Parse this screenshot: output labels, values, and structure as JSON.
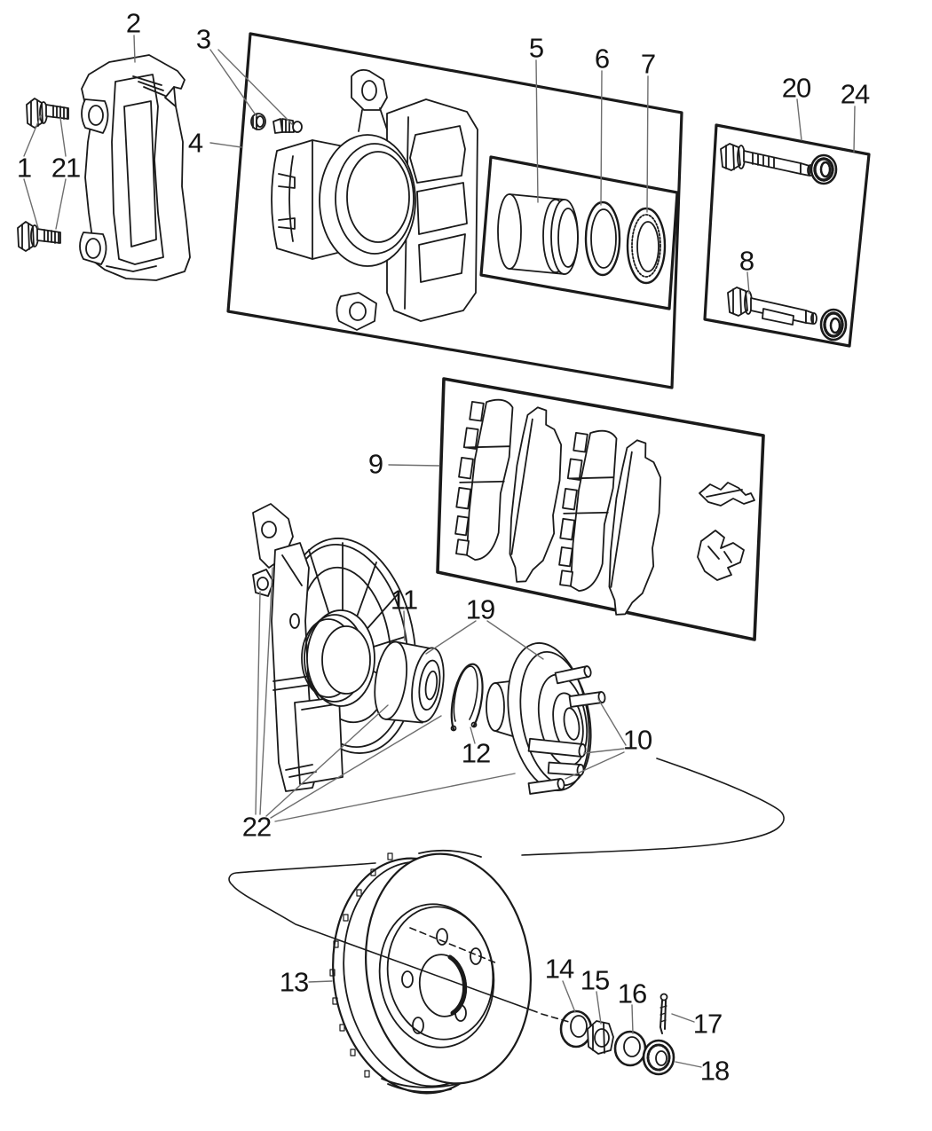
{
  "figure": {
    "colors": {
      "background": "#ffffff",
      "part_line": "#1a1a1a",
      "box_line": "#111111",
      "leader_line": "#6e6e6e",
      "label_text": "#141414"
    }
  },
  "callouts": {
    "c1": "1",
    "c2": "2",
    "c3": "3",
    "c4": "4",
    "c5": "5",
    "c6": "6",
    "c7": "7",
    "c8": "8",
    "c9": "9",
    "c10": "10",
    "c11": "11",
    "c12": "12",
    "c13": "13",
    "c14": "14",
    "c15": "15",
    "c16": "16",
    "c17": "17",
    "c18": "18",
    "c19": "19",
    "c20": "20",
    "c21": "21",
    "c22": "22",
    "c24": "24"
  }
}
